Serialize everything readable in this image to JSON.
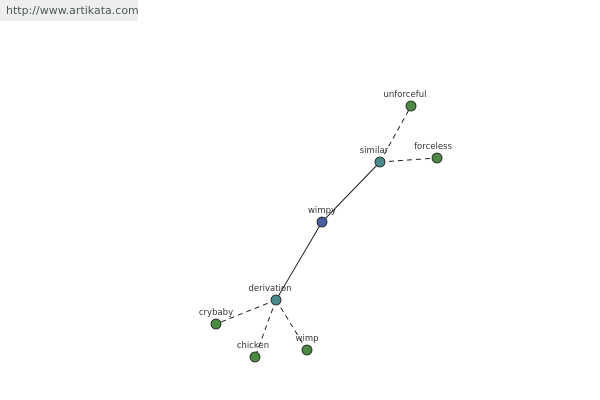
{
  "source_link": "http://www.artikata.com",
  "colors": {
    "center_node": "#4a5d9c",
    "relation_node": "#4a8a8a",
    "leaf_node": "#4c8a44",
    "node_stroke": "#222222",
    "edge": "#111111",
    "label": "#333333"
  },
  "graph": {
    "nodes": [
      {
        "id": "wimpy",
        "label": "wimpy",
        "kind": "center"
      },
      {
        "id": "similar",
        "label": "similar",
        "kind": "relation"
      },
      {
        "id": "derivation",
        "label": "derivation",
        "kind": "relation"
      },
      {
        "id": "unforceful",
        "label": "unforceful",
        "kind": "leaf"
      },
      {
        "id": "forceless",
        "label": "forceless",
        "kind": "leaf"
      },
      {
        "id": "crybaby",
        "label": "crybaby",
        "kind": "leaf"
      },
      {
        "id": "chicken",
        "label": "chicken",
        "kind": "leaf"
      },
      {
        "id": "wimp",
        "label": "wimp",
        "kind": "leaf"
      }
    ],
    "edges": [
      {
        "from": "wimpy",
        "to": "similar",
        "style": "solid"
      },
      {
        "from": "wimpy",
        "to": "derivation",
        "style": "solid"
      },
      {
        "from": "similar",
        "to": "unforceful",
        "style": "dashed"
      },
      {
        "from": "similar",
        "to": "forceless",
        "style": "dashed"
      },
      {
        "from": "derivation",
        "to": "crybaby",
        "style": "dashed"
      },
      {
        "from": "derivation",
        "to": "chicken",
        "style": "dashed"
      },
      {
        "from": "derivation",
        "to": "wimp",
        "style": "dashed"
      }
    ]
  }
}
